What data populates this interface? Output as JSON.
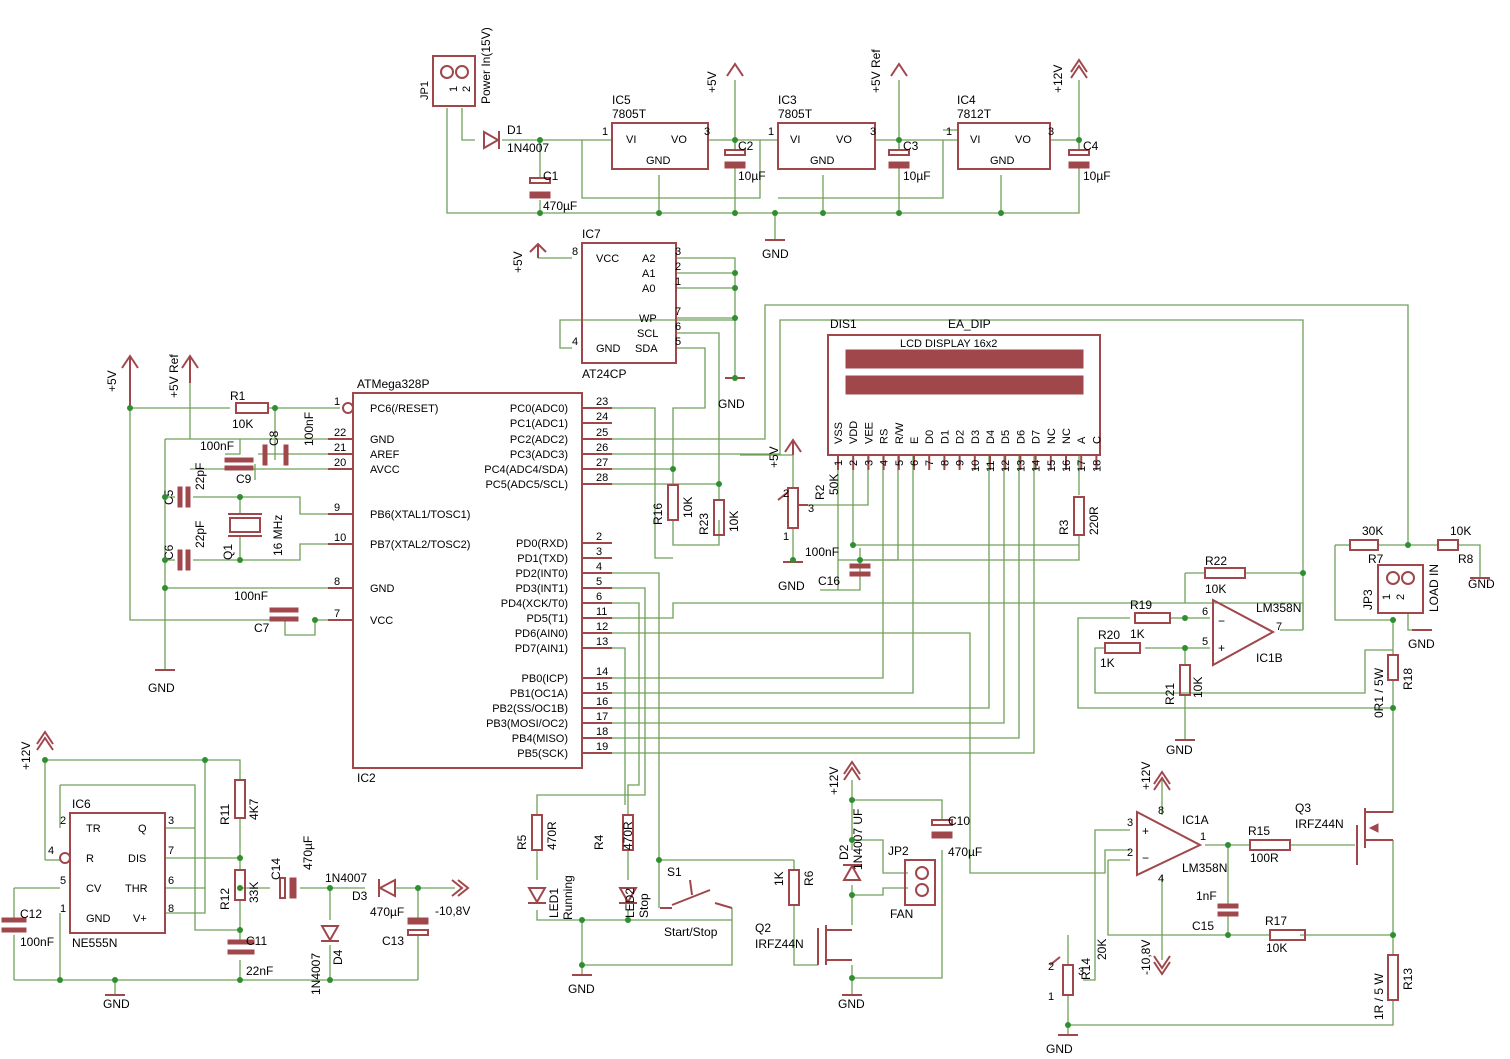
{
  "power": {
    "jp1": "JP1",
    "power_in": "Power In(15V)",
    "d1": "D1",
    "d1_val": "1N4007",
    "c1": "C1",
    "c1_val": "470µF",
    "ic5": "IC5",
    "ic5_val": "7805T",
    "ic3": "IC3",
    "ic3_val": "7805T",
    "ic4": "IC4",
    "ic4_val": "7812T",
    "c2": "C2",
    "c2_val": "10µF",
    "c3": "C3",
    "c3_val": "10µF",
    "c4": "C4",
    "c4_val": "10µF",
    "vi": "VI",
    "vo": "VO",
    "gnd": "GND",
    "p5v": "+5V",
    "p5vref": "+5V Ref",
    "p12v": "+12V"
  },
  "eeprom": {
    "name": "IC7",
    "value": "AT24CP",
    "pins": [
      "VCC",
      "A2",
      "A1",
      "A0",
      "WP",
      "SCL",
      "SDA",
      "GND"
    ]
  },
  "mcu": {
    "value": "ATMega328P",
    "name": "IC2",
    "left_pins": [
      {
        "num": "1",
        "label": "PC6(/RESET)"
      },
      {
        "num": "22",
        "label": "GND"
      },
      {
        "num": "21",
        "label": "AREF"
      },
      {
        "num": "20",
        "label": "AVCC"
      },
      {
        "num": "9",
        "label": "PB6(XTAL1/TOSC1)"
      },
      {
        "num": "10",
        "label": "PB7(XTAL2/TOSC2)"
      },
      {
        "num": "8",
        "label": "GND"
      },
      {
        "num": "7",
        "label": "VCC"
      }
    ],
    "right_pins": [
      {
        "num": "23",
        "label": "PC0(ADC0)"
      },
      {
        "num": "24",
        "label": "PC1(ADC1)"
      },
      {
        "num": "25",
        "label": "PC2(ADC2)"
      },
      {
        "num": "26",
        "label": "PC3(ADC3)"
      },
      {
        "num": "27",
        "label": "PC4(ADC4/SDA)"
      },
      {
        "num": "28",
        "label": "PC5(ADC5/SCL)"
      },
      {
        "num": "2",
        "label": "PD0(RXD)"
      },
      {
        "num": "3",
        "label": "PD1(TXD)"
      },
      {
        "num": "4",
        "label": "PD2(INT0)"
      },
      {
        "num": "5",
        "label": "PD3(INT1)"
      },
      {
        "num": "6",
        "label": "PD4(XCK/T0)"
      },
      {
        "num": "11",
        "label": "PD5(T1)"
      },
      {
        "num": "12",
        "label": "PD6(AIN0)"
      },
      {
        "num": "13",
        "label": "PD7(AIN1)"
      },
      {
        "num": "14",
        "label": "PB0(ICP)"
      },
      {
        "num": "15",
        "label": "PB1(OC1A)"
      },
      {
        "num": "16",
        "label": "PB2(SS/OC1B)"
      },
      {
        "num": "17",
        "label": "PB3(MOSI/OC2)"
      },
      {
        "num": "18",
        "label": "PB4(MISO)"
      },
      {
        "num": "19",
        "label": "PB5(SCK)"
      }
    ]
  },
  "mcu_parts": {
    "r1": "R1",
    "r1_val": "10K",
    "c8": "C8",
    "c8_val": "100nF",
    "c9": "C9",
    "c9_val": "100nF",
    "c5": "C5",
    "c5_val": "22pF",
    "c6": "C6",
    "c6_val": "22pF",
    "q1": "Q1",
    "q1_val": "16 MHz",
    "c7": "C7",
    "c7_val": "100nF",
    "gnd": "GND",
    "p5v": "+5V",
    "p5vref": "+5V Ref"
  },
  "lcd": {
    "name": "DIS1",
    "value": "EA_DIP",
    "title": "LCD DISPLAY 16x2",
    "pins": [
      {
        "label": "VSS",
        "num": "1"
      },
      {
        "label": "VDD",
        "num": "2"
      },
      {
        "label": "VEE",
        "num": "3"
      },
      {
        "label": "RS",
        "num": "4"
      },
      {
        "label": "R/W",
        "num": "5"
      },
      {
        "label": "E",
        "num": "6"
      },
      {
        "label": "D0",
        "num": "7"
      },
      {
        "label": "D1",
        "num": "8"
      },
      {
        "label": "D2",
        "num": "9"
      },
      {
        "label": "D3",
        "num": "10"
      },
      {
        "label": "D4",
        "num": "11"
      },
      {
        "label": "D5",
        "num": "12"
      },
      {
        "label": "D6",
        "num": "13"
      },
      {
        "label": "D7",
        "num": "14"
      },
      {
        "label": "NC",
        "num": "15"
      },
      {
        "label": "NC",
        "num": "16"
      },
      {
        "label": "A",
        "num": "17"
      },
      {
        "label": "C",
        "num": "18"
      }
    ]
  },
  "lcd_parts": {
    "r16": "R16",
    "r16_val": "10K",
    "r23": "R23",
    "r23_val": "10K",
    "r2": "R2",
    "r2_val": "50K",
    "c16": "C16",
    "c16_val": "100nF",
    "r3": "R3",
    "r3_val": "220R",
    "p5v": "+5V",
    "gnd": "GND"
  },
  "opamp": {
    "ic1b": "IC1B",
    "lm358n": "LM358N",
    "ic1a": "IC1A",
    "r22": "R22",
    "r22_val": "10K",
    "r19": "R19",
    "r19_val": "1K",
    "r20": "R20",
    "r20_val": "1K",
    "r21": "R21",
    "r21_val": "10K",
    "r7": "R7",
    "r7_val": "30K",
    "r8": "R8",
    "r8_val": "10K",
    "jp3": "JP3",
    "load_in": "LOAD IN",
    "r18": "R18",
    "r18_val": "0R1 / 5W",
    "q3": "Q3",
    "q3_val": "IRFZ44N",
    "r15": "R15",
    "r15_val": "100R",
    "c15": "C15",
    "c15_val": "1nF",
    "r17": "R17",
    "r17_val": "10K",
    "r14": "R14",
    "r14_val": "20K",
    "r13": "R13",
    "r13_val": "1R / 5 W",
    "m108": "-10,8V",
    "p12v": "+12V",
    "gnd": "GND"
  },
  "timer": {
    "ic6": "IC6",
    "ic6_val": "NE555N",
    "pins_left": [
      "TR",
      "R",
      "CV",
      "GND"
    ],
    "pins_right": [
      "Q",
      "DIS",
      "THR",
      "V+"
    ],
    "r11": "R11",
    "r11_val": "4K7",
    "r12": "R12",
    "r12_val": "33K",
    "c11": "C11",
    "c11_val": "22nF",
    "c12": "C12",
    "c12_val": "100nF",
    "c14": "C14",
    "c14_val": "470µF",
    "d3": "D3",
    "d3_val": "1N4007",
    "d4": "D4",
    "d4_val": "1N4007",
    "c13": "C13",
    "c13_val": "470µF",
    "m108": "-10,8V",
    "p12v": "+12V",
    "gnd": "GND"
  },
  "ui_parts": {
    "r5": "R5",
    "r5_val": "470R",
    "r4": "R4",
    "r4_val": "470R",
    "led1": "LED1",
    "led1_label": "Running",
    "led2": "LED2",
    "led2_label": "Stop",
    "s1": "S1",
    "s1_label": "Start/Stop",
    "r6": "R6",
    "r6_val": "1K",
    "q2": "Q2",
    "q2_val": "IRFZ44N",
    "d2": "D2",
    "d2_val": "1N4007 UF",
    "jp2": "JP2",
    "fan": "FAN",
    "c10": "C10",
    "c10_val": "470µF",
    "p12v": "+12V",
    "gnd": "GND"
  }
}
